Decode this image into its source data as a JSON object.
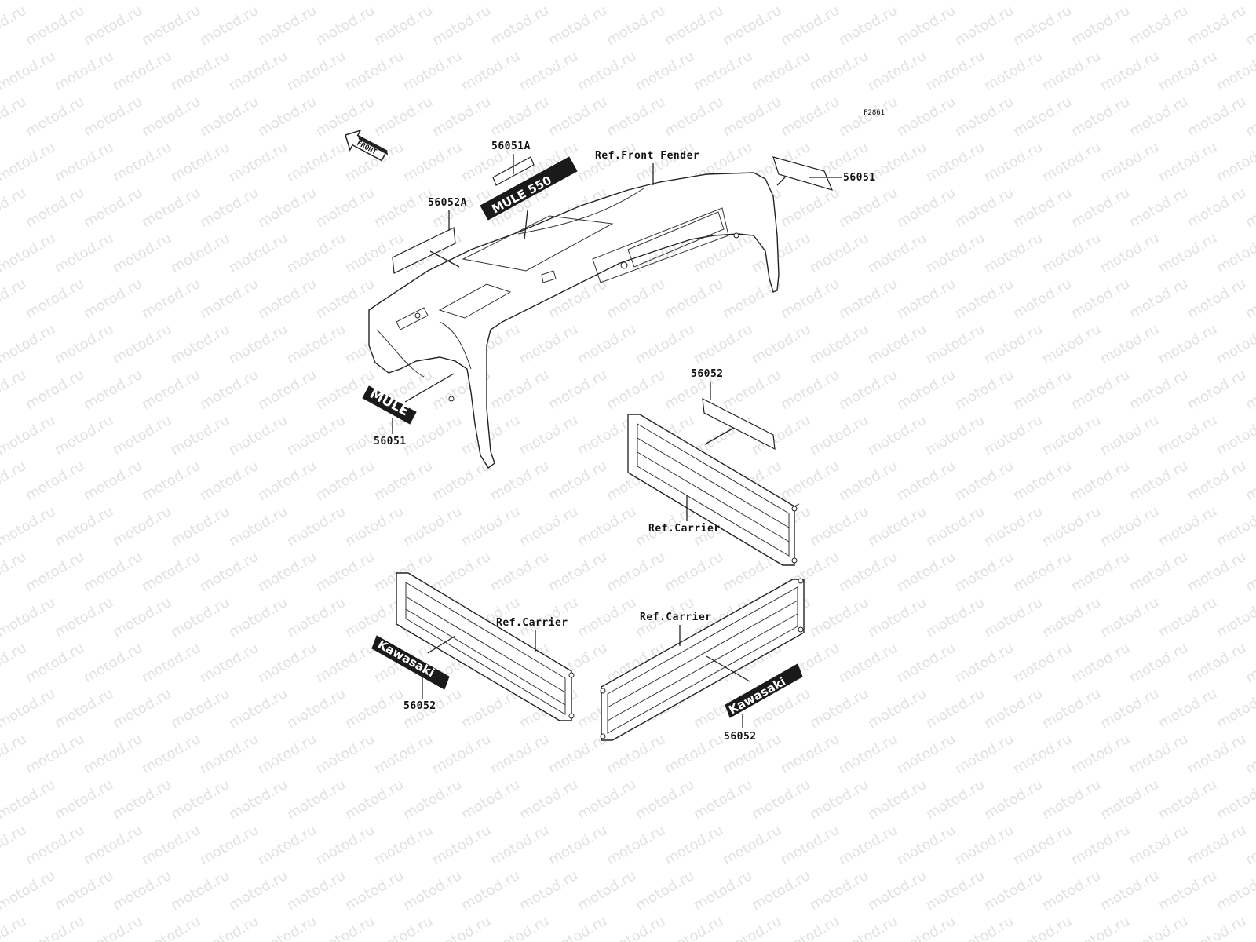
{
  "figure_code": "F2861",
  "watermark": "motod.ru",
  "front_arrow": "FRONT",
  "callouts": {
    "decal_56051A": "56051A",
    "decal_56052A": "56052A",
    "decal_56051_right": "56051",
    "decal_56051_mule": "56051",
    "decal_56052_upper": "56052",
    "decal_56052_left": "56052",
    "decal_56052_right": "56052"
  },
  "references": {
    "front_fender": "Ref.Front Fender",
    "carrier_upper": "Ref.Carrier",
    "carrier_left": "Ref.Carrier",
    "carrier_right": "Ref.Carrier"
  },
  "logos": {
    "mule": "MULE",
    "kawasaki_left": "Kawasaki",
    "kawasaki_right": "Kawasaki",
    "model_badge": "MULE 550"
  }
}
